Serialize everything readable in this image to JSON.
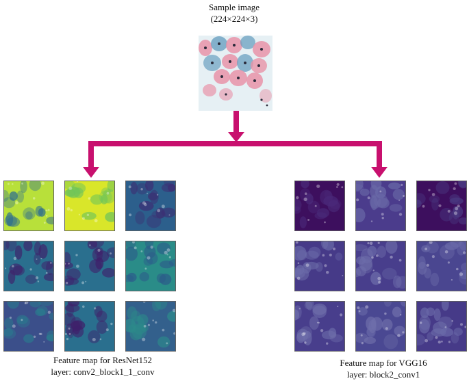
{
  "sample": {
    "title_line1": "Sample image",
    "title_line2": "(224×224×3)"
  },
  "resnet": {
    "caption_line1": "Feature map for ResNet152",
    "caption_line2": "layer: conv2_block1_1_conv",
    "maps": [
      {
        "base": "#b8e03a",
        "accent": "#2f6e8e"
      },
      {
        "base": "#d9e62a",
        "accent": "#6fc45a"
      },
      {
        "base": "#2c5f8c",
        "accent": "#3c2f73"
      },
      {
        "base": "#2a6f8e",
        "accent": "#3f1f6a"
      },
      {
        "base": "#2a6f8e",
        "accent": "#3f1f6a"
      },
      {
        "base": "#2a8c88",
        "accent": "#2c5a8a"
      },
      {
        "base": "#3b4f8a",
        "accent": "#2a7c8e"
      },
      {
        "base": "#2a6f8e",
        "accent": "#3f1f6a"
      },
      {
        "base": "#33608c",
        "accent": "#2c8a8a"
      }
    ]
  },
  "vgg": {
    "caption_line1": "Feature map for VGG16",
    "caption_line2": "layer: block2_conv1",
    "maps": [
      {
        "base": "#3d0f5e",
        "accent": "#4a2a7a"
      },
      {
        "base": "#4b3c8c",
        "accent": "#6a6aa8"
      },
      {
        "base": "#3d0f5e",
        "accent": "#4a3a82"
      },
      {
        "base": "#463a88",
        "accent": "#6a6aa8"
      },
      {
        "base": "#483e8c",
        "accent": "#6e6eaa"
      },
      {
        "base": "#4a4690",
        "accent": "#6a6aa8"
      },
      {
        "base": "#483e8c",
        "accent": "#6e6eaa"
      },
      {
        "base": "#4a4892",
        "accent": "#6e6eaa"
      },
      {
        "base": "#463a88",
        "accent": "#6a6aa8"
      }
    ]
  },
  "colors": {
    "arrow": "#c8106e",
    "sample_bg": "#e6f0f4",
    "cell_pink": "#e893a8",
    "cell_blue": "#6aa0c0",
    "nucleus": "#2a2a3a"
  }
}
